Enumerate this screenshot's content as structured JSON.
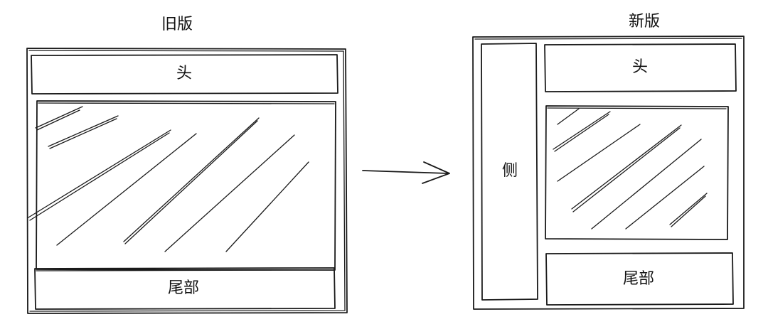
{
  "old_layout": {
    "title": "旧版",
    "header_label": "头",
    "footer_label": "尾部"
  },
  "arrow": {
    "icon": "right-arrow-icon"
  },
  "new_layout": {
    "title": "新版",
    "sidebar_label": "侧",
    "header_label": "头",
    "footer_label": "尾部"
  }
}
